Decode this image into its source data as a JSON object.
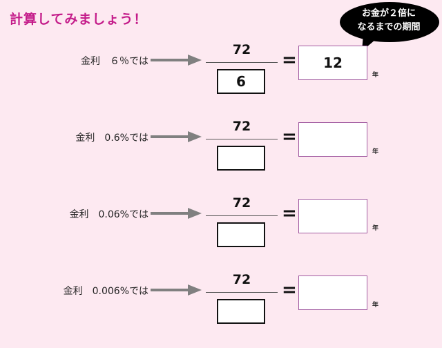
{
  "title": "計算してみましょう！",
  "bubble": {
    "line1": "お金が２倍に",
    "line2": "なるまでの期間",
    "color": "#000000"
  },
  "rows": [
    {
      "label": "金利　６％では",
      "numerator": "72",
      "denominator": "6",
      "result": "12",
      "unit": "年"
    },
    {
      "label": "金利　0.6%では",
      "numerator": "72",
      "denominator": "",
      "result": "",
      "unit": "年"
    },
    {
      "label": "金利　0.06%では",
      "numerator": "72",
      "denominator": "",
      "result": "",
      "unit": "年"
    },
    {
      "label": "金利　0.006%では",
      "numerator": "72",
      "denominator": "",
      "result": "",
      "unit": "年"
    }
  ],
  "colors": {
    "background": "#fde9f1",
    "title": "#c41c8a",
    "result_border": "#a15aa0",
    "arrow": "#808080"
  }
}
